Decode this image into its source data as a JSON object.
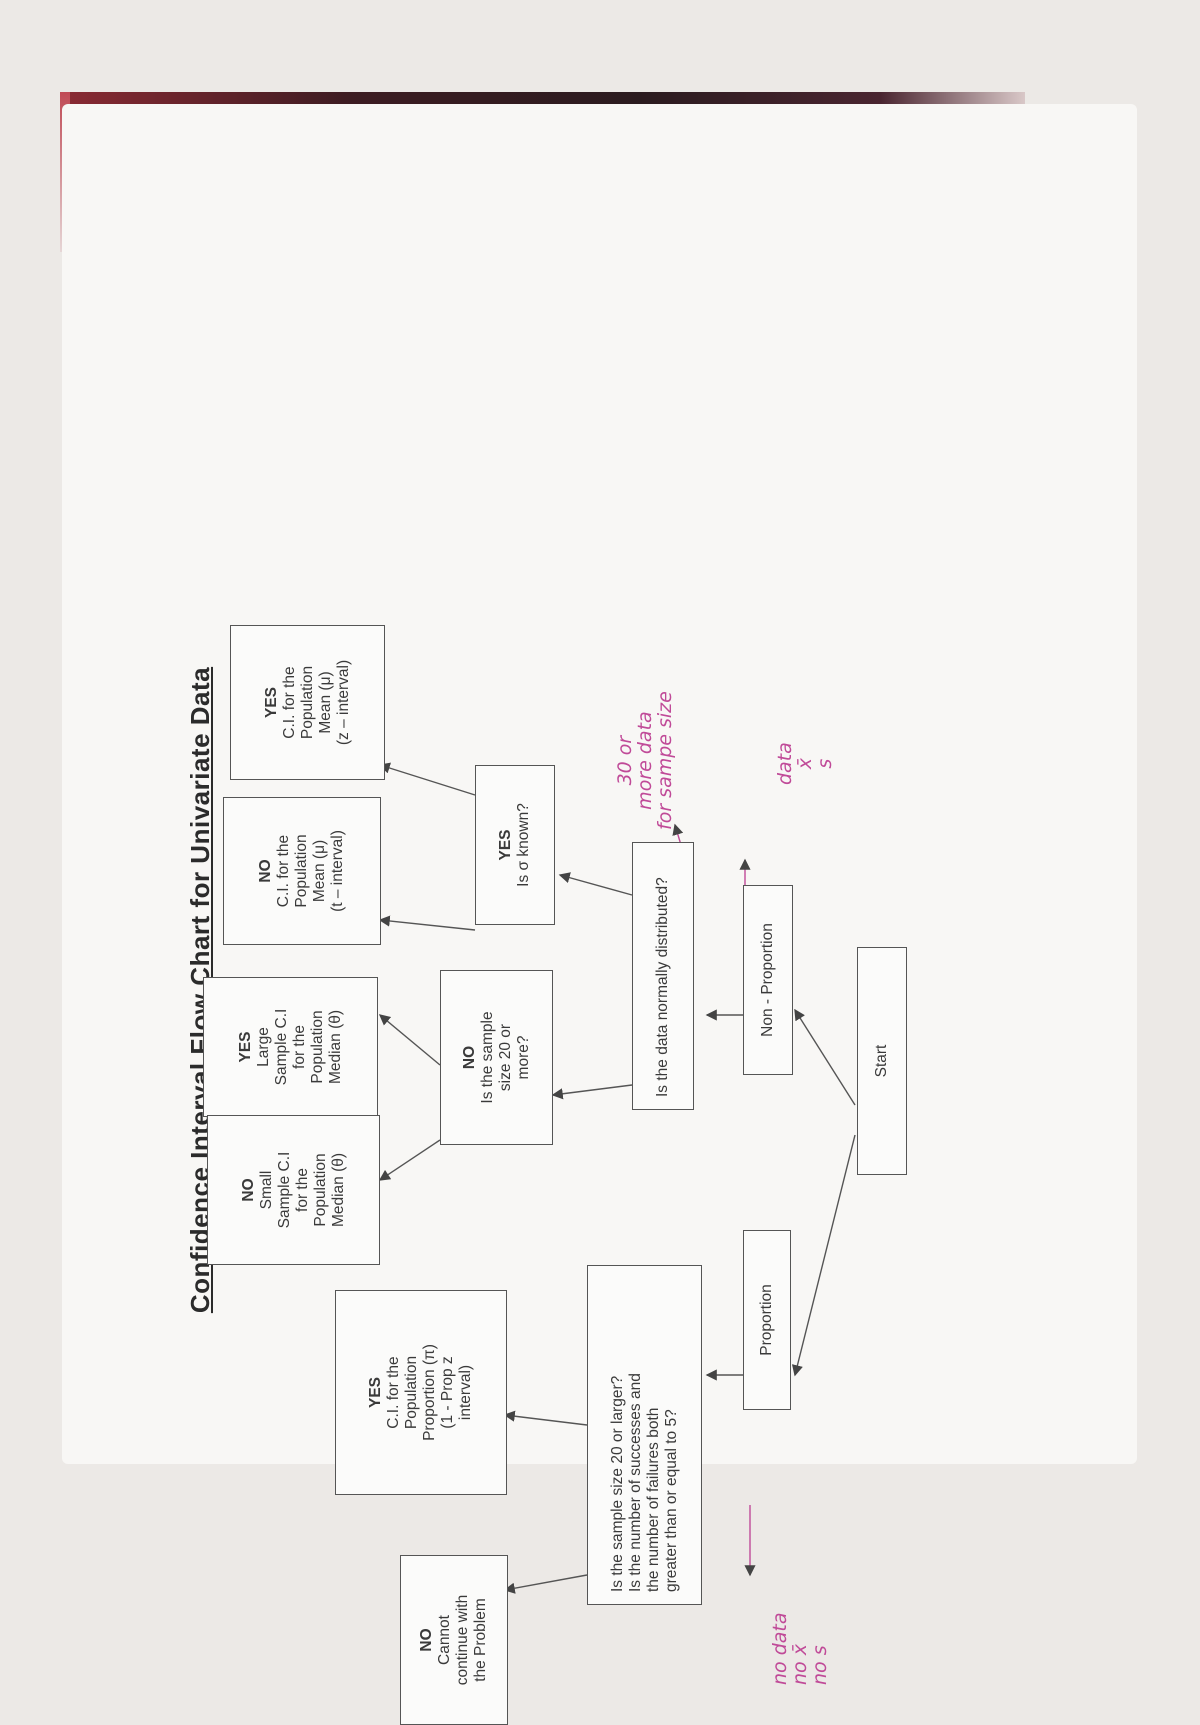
{
  "title": "Confidence Interval Flow Chart for Univariate Data",
  "nodes": {
    "start": "Start",
    "non_proportion": "Non - Proportion",
    "proportion": "Proportion",
    "normally": "Is the data normally distributed?",
    "sigma_yes": "YES",
    "sigma_q": "Is σ known?",
    "size20_no": "NO",
    "size20_q": "Is the sample size 20 or more?",
    "z_yes": "YES",
    "z_l1": "C.I. for the",
    "z_l2": "Population",
    "z_l3": "Mean (μ)",
    "z_l4": "(z – interval)",
    "t_no": "NO",
    "t_l1": "C.I. for the",
    "t_l2": "Population",
    "t_l3": "Mean (μ)",
    "t_l4": "(t – interval)",
    "large_yes": "YES",
    "large_l1": "Large",
    "large_l2": "Sample C.I",
    "large_l3": "for the",
    "large_l4": "Population",
    "large_l5": "Median (θ)",
    "small_no": "NO",
    "small_l1": "Small",
    "small_l2": "Sample C.I",
    "small_l3": "for the",
    "small_l4": "Population",
    "small_l5": "Median (θ)",
    "prop_q_l1": "Is the sample size 20 or larger?",
    "prop_q_l2": "Is the number of successes and",
    "prop_q_l3": "the number of failures both",
    "prop_q_l4": "greater than or equal to 5?",
    "prop_yes": "YES",
    "prop_yes_l1": "C.I. for the",
    "prop_yes_l2": "Population",
    "prop_yes_l3": "Proportion (π)",
    "prop_yes_l4": "(1 - Prop z",
    "prop_yes_l5": "interval)",
    "prop_no": "NO",
    "prop_no_l1": "Cannot",
    "prop_no_l2": "continue with",
    "prop_no_l3": "the Problem"
  },
  "handwriting": {
    "data_l1": "data",
    "data_l2": "x̄",
    "data_l3": "s",
    "thirty_l1": "30 or",
    "thirty_l2": "more data",
    "thirty_l3": "for sampe size",
    "nodata_l1": "no data",
    "nodata_l2": "no x̄",
    "nodata_l3": "no s"
  },
  "colors": {
    "ink": "#3a3a3a",
    "handwriting": "#c04a98"
  }
}
